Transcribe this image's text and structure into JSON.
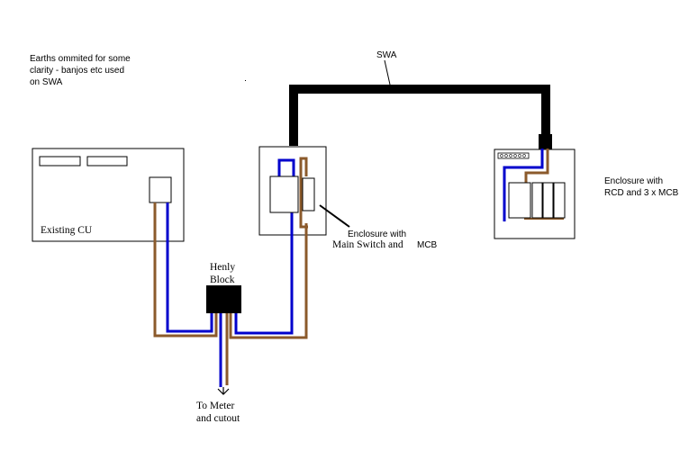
{
  "notes": {
    "earth_line1": "Earths ommited for some",
    "earth_line2": "clarity - banjos etc used",
    "earth_line3": "on SWA"
  },
  "labels": {
    "swa": "SWA",
    "existing_cu": "Existing CU",
    "henly_line1": "Henly",
    "henly_line2": "Block",
    "enclosure_main_line1": "Enclosure with",
    "enclosure_main_line2a": "Main Switch and",
    "enclosure_main_line2b": "MCB",
    "enclosure_rcd_line1": "Enclosure with",
    "enclosure_rcd_line2": "RCD and 3 x MCB",
    "meter_line1": "To Meter",
    "meter_line2": "and cutout"
  },
  "colors": {
    "brown": "#8B5A2B",
    "blue": "#0000CC",
    "black": "#000000"
  }
}
